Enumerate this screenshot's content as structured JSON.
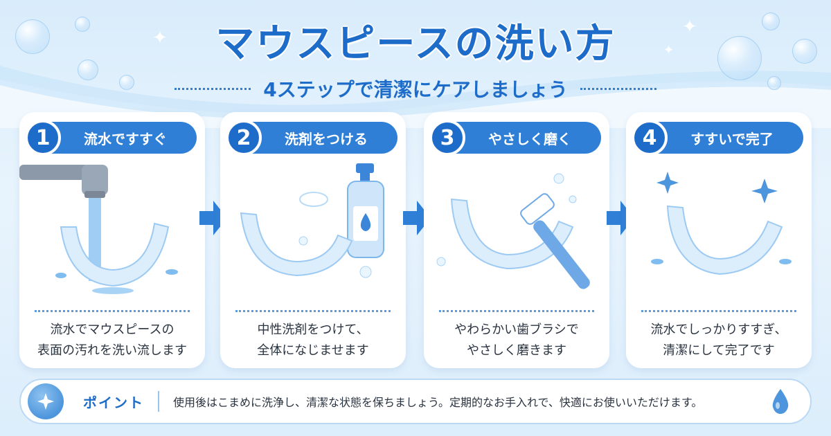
{
  "header": {
    "title": "マウスピースの洗い方",
    "subtitle": "4ステップで清潔にケアしましょう"
  },
  "steps": [
    {
      "number": "1",
      "label": "流水ですすぐ",
      "text": "流水でマウスピースの\n表面の汚れを洗い流します"
    },
    {
      "number": "2",
      "label": "洗剤をつける",
      "text": "中性洗剤をつけて、\n全体になじませます"
    },
    {
      "number": "3",
      "label": "やさしく磨く",
      "text": "やわらかい歯ブラシで\nやさしく磨きます"
    },
    {
      "number": "4",
      "label": "すすいで完了",
      "text": "流水でしっかりすすぎ、\n清潔にして完了です"
    }
  ],
  "point": {
    "label": "ポイント",
    "text": "使用後はこまめに洗浄し、清潔な状態を保ちましょう。定期的なお手入れで、快適にお使いいただけます。"
  },
  "colors": {
    "accent": "#1e6cc9",
    "step_bar": "#2f7fd6",
    "background": "#e3f1fc"
  },
  "icons": [
    "sparkle-icon",
    "water-drop-icon",
    "arrow-right-icon",
    "faucet-icon",
    "detergent-bottle-icon",
    "toothbrush-icon"
  ]
}
